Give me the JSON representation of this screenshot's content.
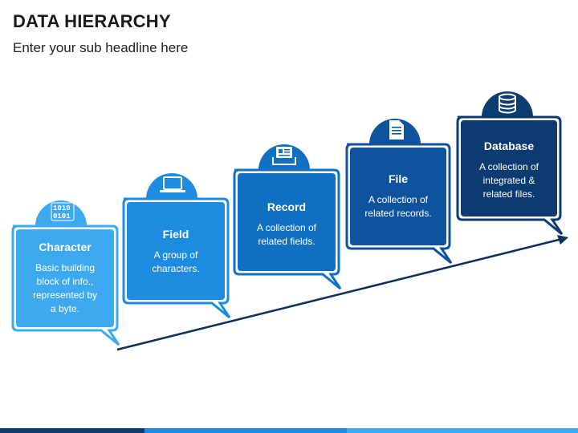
{
  "header": {
    "title": "DATA HIERARCHY",
    "subtitle": "Enter your sub headline here"
  },
  "steps": [
    {
      "title": "Character",
      "desc": [
        "Basic building",
        "block of info.,",
        "represented by",
        "a byte."
      ],
      "color": "#3da9ee",
      "icon": "binary-icon",
      "icon_glyph": "1010\n0101"
    },
    {
      "title": "Field",
      "desc": [
        "A group of",
        "characters."
      ],
      "color": "#1d8ce0",
      "icon": "laptop-icon"
    },
    {
      "title": "Record",
      "desc": [
        "A collection of",
        "related fields."
      ],
      "color": "#1270c3",
      "icon": "id-card-tray-icon"
    },
    {
      "title": "File",
      "desc": [
        "A collection of",
        "related records."
      ],
      "color": "#0f539e",
      "icon": "document-icon"
    },
    {
      "title": "Database",
      "desc": [
        "A collection of",
        "integrated &",
        "related files."
      ],
      "color": "#0b3b70",
      "icon": "database-icon"
    }
  ],
  "colors": {
    "arrow": "#0d2f5c",
    "bottom_bar": [
      "#0b3b70",
      "#1d8ce0"
    ]
  }
}
